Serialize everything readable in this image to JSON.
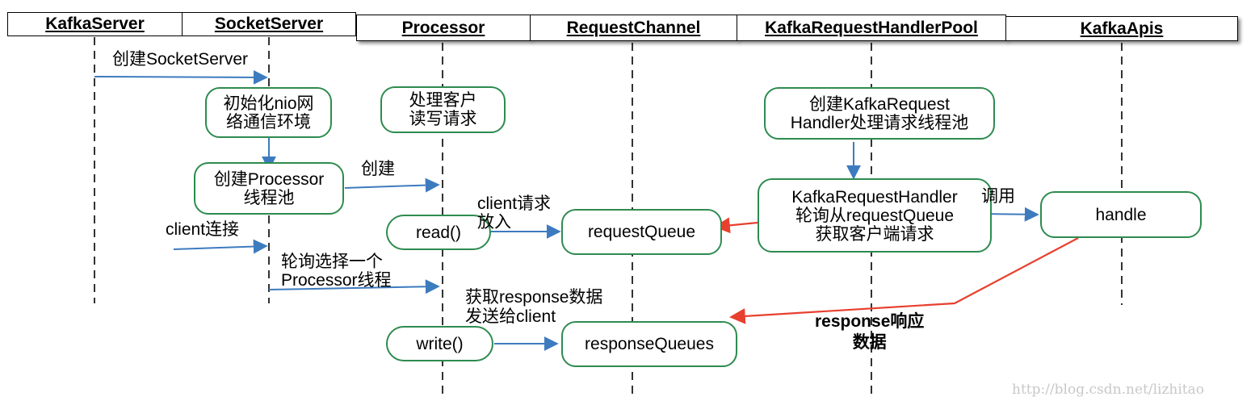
{
  "headers": {
    "kafka_server": "KafkaServer",
    "socket_server": "SocketServer",
    "processor": "Processor",
    "request_channel": "RequestChannel",
    "handler_pool": "KafkaRequestHandlerPool",
    "kafka_apis": "KafkaApis"
  },
  "nodes": {
    "init_nio": "初始化nio网\n络通信环境",
    "process_rw": "处理客户\n读写请求",
    "create_processor_pool": "创建Processor\n线程池",
    "read": "read()",
    "request_queue": "requestQueue",
    "create_handler_pool": "创建KafkaRequest\nHandler处理请求线程池",
    "handler_poll": "KafkaRequestHandler\n轮询从requestQueue\n获取客户端请求",
    "handle": "handle",
    "write": "write()",
    "response_queues": "responseQueues"
  },
  "labels": {
    "create_socket_server": "创建SocketServer",
    "create": "创建",
    "client_connect": "client连接",
    "client_request_put": "client请求\n放入",
    "poll_select": "轮询选择一个\nProcessor线程",
    "get_response_send": "获取response数据\n发送给client",
    "invoke": "调用",
    "response_data": "response响应\n数据"
  },
  "watermark": "http://blog.csdn.net/lizhitao",
  "colors": {
    "node_border": "#2e8b4f",
    "arrow_blue": "#3d7bbf",
    "arrow_red": "#e8402f",
    "lifeline": "#000000"
  }
}
